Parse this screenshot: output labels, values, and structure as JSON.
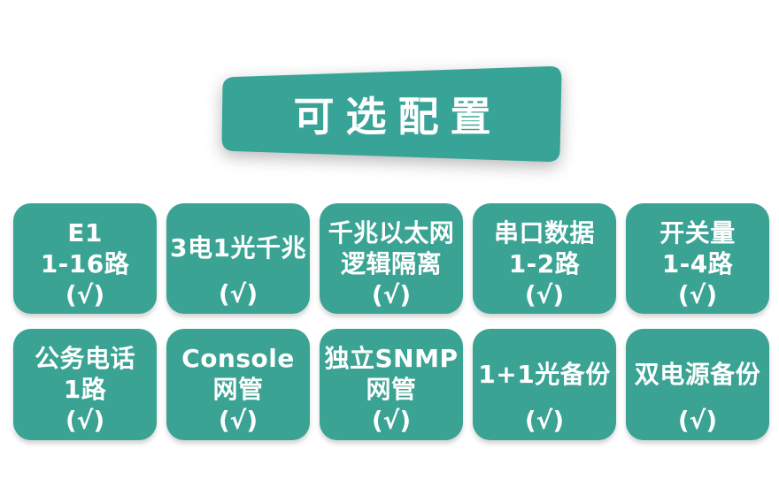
{
  "title": {
    "text": "可选配置"
  },
  "colors": {
    "banner": "#38A497",
    "card": "#3AA393",
    "text": "#FFFFFF"
  },
  "cards": [
    {
      "lines": [
        "E1",
        "1-16路"
      ],
      "check": "(√)"
    },
    {
      "lines": [
        "3电1光千兆"
      ],
      "check": "(√)"
    },
    {
      "lines": [
        "千兆以太网",
        "逻辑隔离"
      ],
      "check": "(√)"
    },
    {
      "lines": [
        "串口数据",
        "1-2路"
      ],
      "check": "(√)"
    },
    {
      "lines": [
        "开关量",
        "1-4路"
      ],
      "check": "(√)"
    },
    {
      "lines": [
        "公务电话",
        "1路"
      ],
      "check": "(√)"
    },
    {
      "lines": [
        "Console",
        "网管"
      ],
      "check": "(√)"
    },
    {
      "lines": [
        "独立SNMP",
        "网管"
      ],
      "check": "(√)"
    },
    {
      "lines": [
        "1+1光备份"
      ],
      "check": "(√)"
    },
    {
      "lines": [
        "双电源备份"
      ],
      "check": "(√)"
    }
  ]
}
